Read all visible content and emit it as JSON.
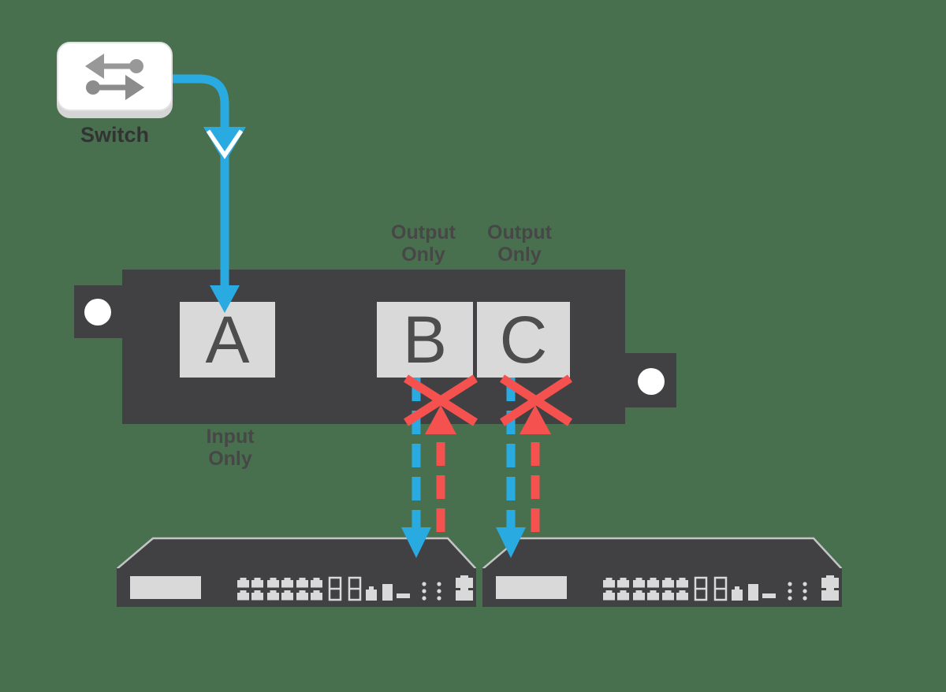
{
  "colors": {
    "background": "#48704F",
    "device_body": "#414042",
    "port_fill": "#D9D9D9",
    "port_letter": "#4D4D4D",
    "flow_blue": "#29ABE2",
    "flow_red": "#F5514E",
    "screw_white": "#FFFFFF"
  },
  "switch": {
    "label": "Switch"
  },
  "patch_panel": {
    "ports": [
      {
        "letter": "A",
        "caption": [
          "Input",
          "Only"
        ]
      },
      {
        "letter": "B",
        "caption": [
          "Output",
          "Only"
        ]
      },
      {
        "letter": "C",
        "caption": [
          "Output",
          "Only"
        ]
      }
    ]
  },
  "connections": [
    {
      "from": "switch",
      "to": "port-a",
      "style": "solid",
      "color": "#29ABE2",
      "direction": "down",
      "blocked": false
    },
    {
      "from": "port-b",
      "to": "appliance-1",
      "style": "dashed",
      "color": "#29ABE2",
      "direction": "down",
      "blocked": false
    },
    {
      "from": "appliance-1",
      "to": "port-b",
      "style": "dashed",
      "color": "#F5514E",
      "direction": "up",
      "blocked": true
    },
    {
      "from": "port-c",
      "to": "appliance-2",
      "style": "dashed",
      "color": "#29ABE2",
      "direction": "down",
      "blocked": false
    },
    {
      "from": "appliance-2",
      "to": "port-c",
      "style": "dashed",
      "color": "#F5514E",
      "direction": "up",
      "blocked": true
    }
  ]
}
